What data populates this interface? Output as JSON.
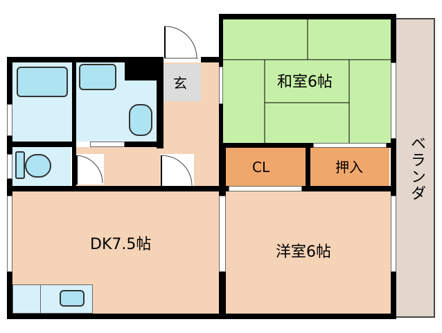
{
  "rooms": {
    "washitsu": {
      "label": "和室6帖",
      "color": "#c6f0a8"
    },
    "youshitsu": {
      "label": "洋室6帖",
      "color": "#f5d3b7"
    },
    "dk": {
      "label": "DK7.5帖",
      "color": "#f5d3b7"
    },
    "closet": {
      "label": "CL",
      "color": "#f0a76c"
    },
    "oshiire": {
      "label": "押入",
      "color": "#f0a76c"
    },
    "genkan": {
      "label": "玄",
      "color": "#dcdcdc"
    },
    "veranda": {
      "label": "ベランダ",
      "color": "#e2d6cd"
    },
    "bath": {
      "color": "#d7f1fb"
    },
    "toilet": {
      "color": "#d7f1fb"
    },
    "washroom": {
      "color": "#d7f1fb"
    }
  },
  "colors": {
    "wall": "#000000",
    "fixture": "#aee3f2",
    "tatami_line": "#000000"
  }
}
